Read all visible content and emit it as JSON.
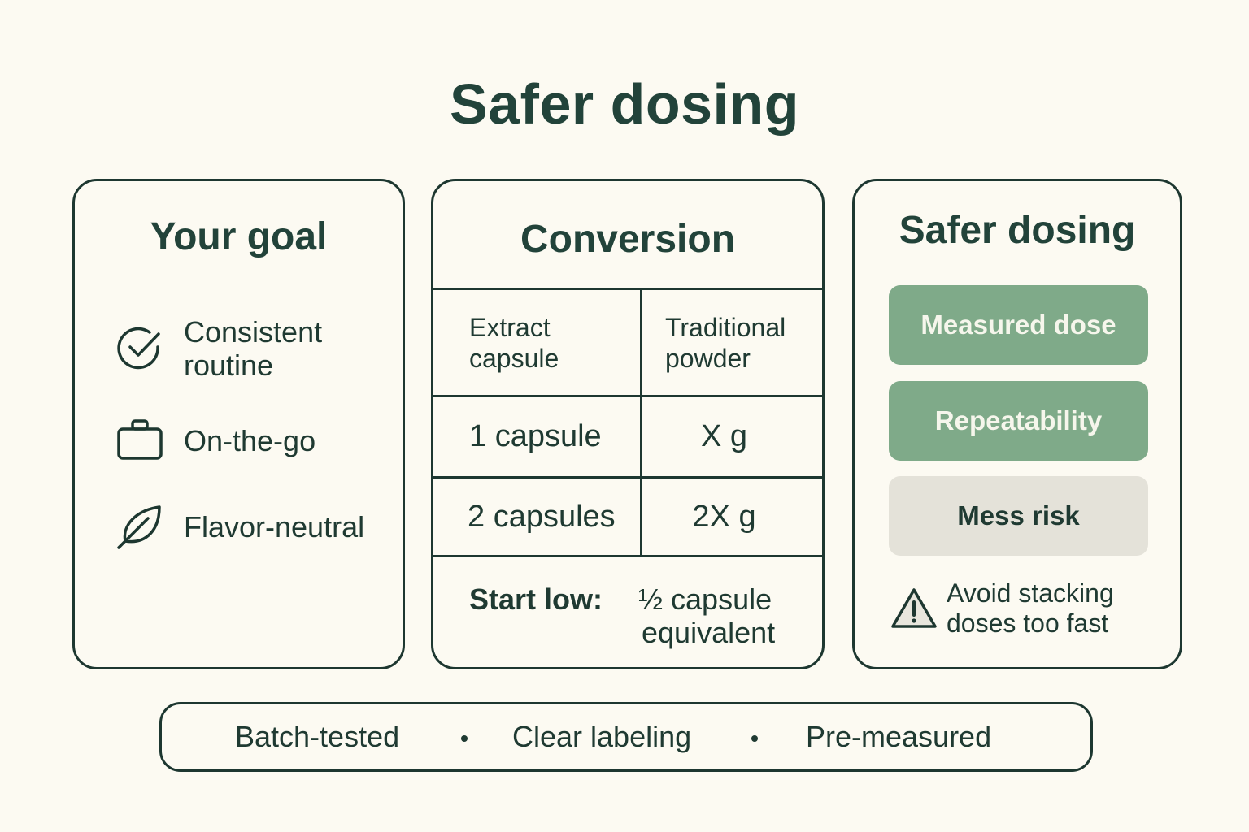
{
  "title": "Safer dosing",
  "colors": {
    "background": "#fcfaf2",
    "ink": "#1f3a32",
    "border": "#1d3730",
    "pill_green": "#7faa89",
    "pill_grey": "#e4e2d9",
    "pill_green_text": "#f6f6ec"
  },
  "goal": {
    "heading": "Your goal",
    "items": [
      {
        "icon": "check-circle-icon",
        "line1": "Consistent",
        "line2": "routine"
      },
      {
        "icon": "briefcase-icon",
        "label": "On-the-go"
      },
      {
        "icon": "leaf-icon",
        "label": "Flavor-neutral"
      }
    ]
  },
  "conversion": {
    "heading": "Conversion",
    "columns": [
      {
        "line1": "Extract",
        "line2": "capsule"
      },
      {
        "line1": "Traditional",
        "line2": "powder"
      }
    ],
    "rows": [
      {
        "capsule": "1 capsule",
        "powder": "X g"
      },
      {
        "capsule": "2 capsules",
        "powder": "2X g"
      }
    ],
    "start_low": {
      "label": "Start low:",
      "value_line1": "½ capsule",
      "value_line2": "equivalent"
    }
  },
  "safer": {
    "heading": "Safer dosing",
    "pills": [
      {
        "label": "Measured dose",
        "style": "green"
      },
      {
        "label": "Repeatability",
        "style": "green"
      },
      {
        "label": "Mess risk",
        "style": "grey"
      }
    ],
    "warning": {
      "icon": "warning-triangle-icon",
      "line1": "Avoid stacking",
      "line2": "doses too fast"
    }
  },
  "bottom_bar": {
    "items": [
      "Batch-tested",
      "Clear labeling",
      "Pre-measured"
    ],
    "separator": "•"
  }
}
